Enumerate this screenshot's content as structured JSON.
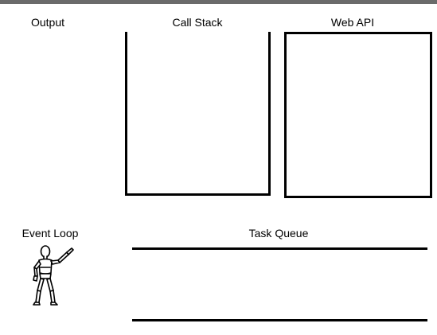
{
  "labels": {
    "output": "Output",
    "call_stack": "Call Stack",
    "web_api": "Web API",
    "event_loop": "Event Loop",
    "task_queue": "Task Queue"
  },
  "icons": {
    "event_loop_figure": "wooden-mannequin-pointing-icon"
  },
  "colors": {
    "top_bar": "#6b6b6b",
    "stroke": "#000000",
    "background": "#ffffff"
  }
}
